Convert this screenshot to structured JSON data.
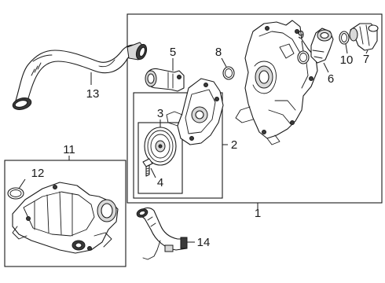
{
  "diagram": {
    "callouts": [
      {
        "id": "c1",
        "label": "1"
      },
      {
        "id": "c2",
        "label": "2"
      },
      {
        "id": "c3",
        "label": "3"
      },
      {
        "id": "c4",
        "label": "4"
      },
      {
        "id": "c5",
        "label": "5"
      },
      {
        "id": "c6",
        "label": "6"
      },
      {
        "id": "c7",
        "label": "7"
      },
      {
        "id": "c8",
        "label": "8"
      },
      {
        "id": "c9",
        "label": "9"
      },
      {
        "id": "c10",
        "label": "10"
      },
      {
        "id": "c11",
        "label": "11"
      },
      {
        "id": "c12",
        "label": "12"
      },
      {
        "id": "c13",
        "label": "13"
      },
      {
        "id": "c14",
        "label": "14"
      }
    ],
    "line_color": "#1a1a1a",
    "background": "#ffffff"
  }
}
